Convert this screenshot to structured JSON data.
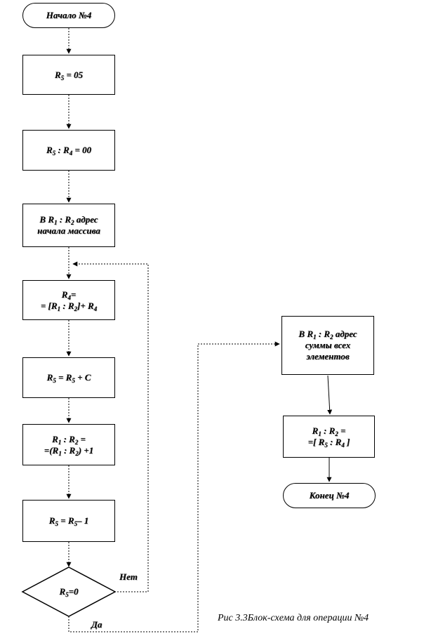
{
  "flowchart": {
    "start": "Начало №4",
    "step1": {
      "base": "R",
      "sub": "5",
      "rest": " = 05"
    },
    "step2": [
      "R",
      "5",
      " : R",
      "4",
      " = 00"
    ],
    "step3": {
      "line1": [
        "В R",
        "1",
        " : R",
        "2",
        " адрес"
      ],
      "line2": "начала массива"
    },
    "step4": {
      "line1": [
        "R",
        "4",
        "="
      ],
      "line2": [
        "= [R",
        "1",
        " : R",
        "2",
        "]+ R",
        "4"
      ]
    },
    "step5": [
      "R",
      "5",
      " = R",
      "5",
      " + C"
    ],
    "step6": {
      "line1": [
        "R",
        "1",
        " : R",
        "2",
        " ="
      ],
      "line2": [
        "=(R",
        "1",
        " : R",
        "2",
        ") +1"
      ]
    },
    "step7": [
      "R",
      "5",
      " = R",
      "5",
      "– 1"
    ],
    "decision": [
      "R",
      "5",
      "=0"
    ],
    "no_label": "Нет",
    "yes_label": "Да",
    "right1": {
      "line1": [
        "В R",
        "1",
        " : R",
        "2",
        " адрес"
      ],
      "line2": "суммы всех",
      "line3": "элементов"
    },
    "right2": {
      "line1": [
        "R",
        "1",
        " : R",
        "2",
        " ="
      ],
      "line2": [
        "=[ R",
        "5",
        " : R",
        "4",
        " ]"
      ]
    },
    "end": "Конец №4"
  },
  "caption": "Рис 3.3Блок-схема для операции №4"
}
